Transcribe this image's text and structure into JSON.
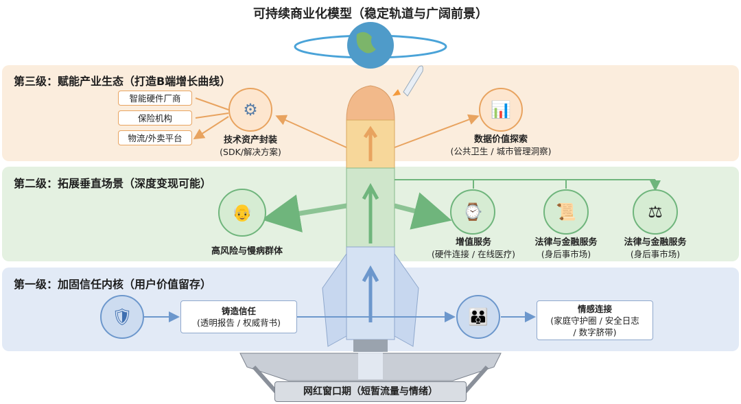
{
  "title": "可持续商业化模型（稳定轨道与广阔前景）",
  "tier3": {
    "heading": "第三级：赋能产业生态（打造B端增长曲线）",
    "targets": [
      "智能硬件厂商",
      "保险机构",
      "物流/外卖平台"
    ],
    "tech": {
      "title": "技术资产封装",
      "sub": "(SDK/解决方案)"
    },
    "data": {
      "title": "数据价值探索",
      "sub": "(公共卫生 / 城市管理洞察)"
    }
  },
  "tier2": {
    "heading": "第二级：拓展垂直场景（深度变现可能）",
    "left": {
      "title": "高风险与慢病群体"
    },
    "items": [
      {
        "title": "增值服务",
        "sub": "(硬件连接 / 在线医疗)"
      },
      {
        "title": "法律与金融服务",
        "sub": "(身后事市场)"
      },
      {
        "title": "法律与金融服务",
        "sub": "(身后事市场)"
      }
    ]
  },
  "tier1": {
    "heading": "第一级：加固信任内核（用户价值留存）",
    "trust": {
      "title": "铸造信任",
      "sub": "(透明报告 / 权威背书)"
    },
    "emotion": {
      "title": "情感连接",
      "sub1": "(家庭守护圈 / 安全日志",
      "sub2": "/ 数字脐带)"
    }
  },
  "base": {
    "label": "网红窗口期（短暂流量与情绪）"
  },
  "colors": {
    "tier3": "#fbeddd",
    "tier2": "#e4f1e1",
    "tier1": "#e2eaf6",
    "orange": "#e8a35f",
    "green": "#6fb57c",
    "blue": "#6c97cc"
  }
}
